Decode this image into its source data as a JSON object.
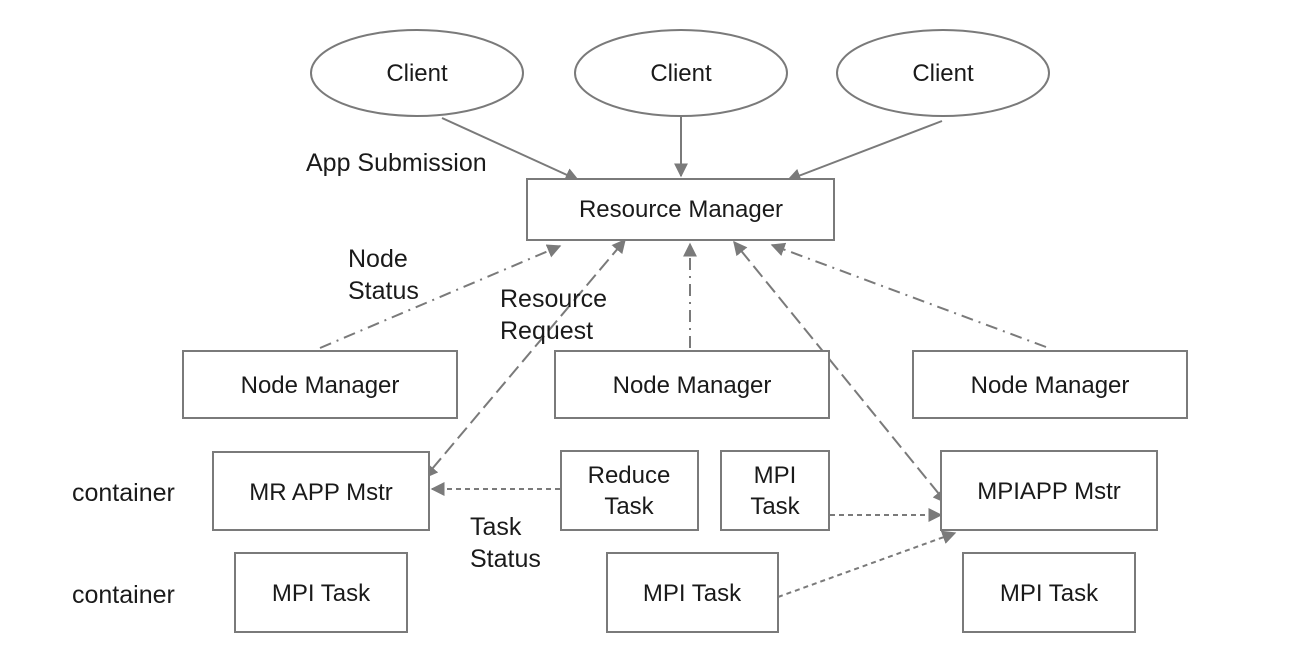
{
  "clients": [
    {
      "label": "Client"
    },
    {
      "label": "Client"
    },
    {
      "label": "Client"
    }
  ],
  "resource_manager": {
    "label": "Resource Manager"
  },
  "node_managers": [
    {
      "label": "Node Manager"
    },
    {
      "label": "Node Manager"
    },
    {
      "label": "Node Manager"
    }
  ],
  "containers_row1": {
    "row_label": "container",
    "mr_app_master": "MR APP Mstr",
    "reduce_task": [
      "Reduce",
      "Task"
    ],
    "mpi_task": [
      "MPI",
      "Task"
    ],
    "mpi_app_master": "MPIAPP Mstr"
  },
  "containers_row2": {
    "row_label": "container",
    "tasks": [
      "MPI Task",
      "MPI Task",
      "MPI Task"
    ]
  },
  "edge_labels": {
    "app_submission": "App Submission",
    "node_status": [
      "Node",
      "Status"
    ],
    "resource_request": [
      "Resource",
      "Request"
    ],
    "task_status": [
      "Task",
      "Status"
    ]
  },
  "colors": {
    "stroke": "#7a7a7a",
    "text": "#1a1a1a"
  }
}
